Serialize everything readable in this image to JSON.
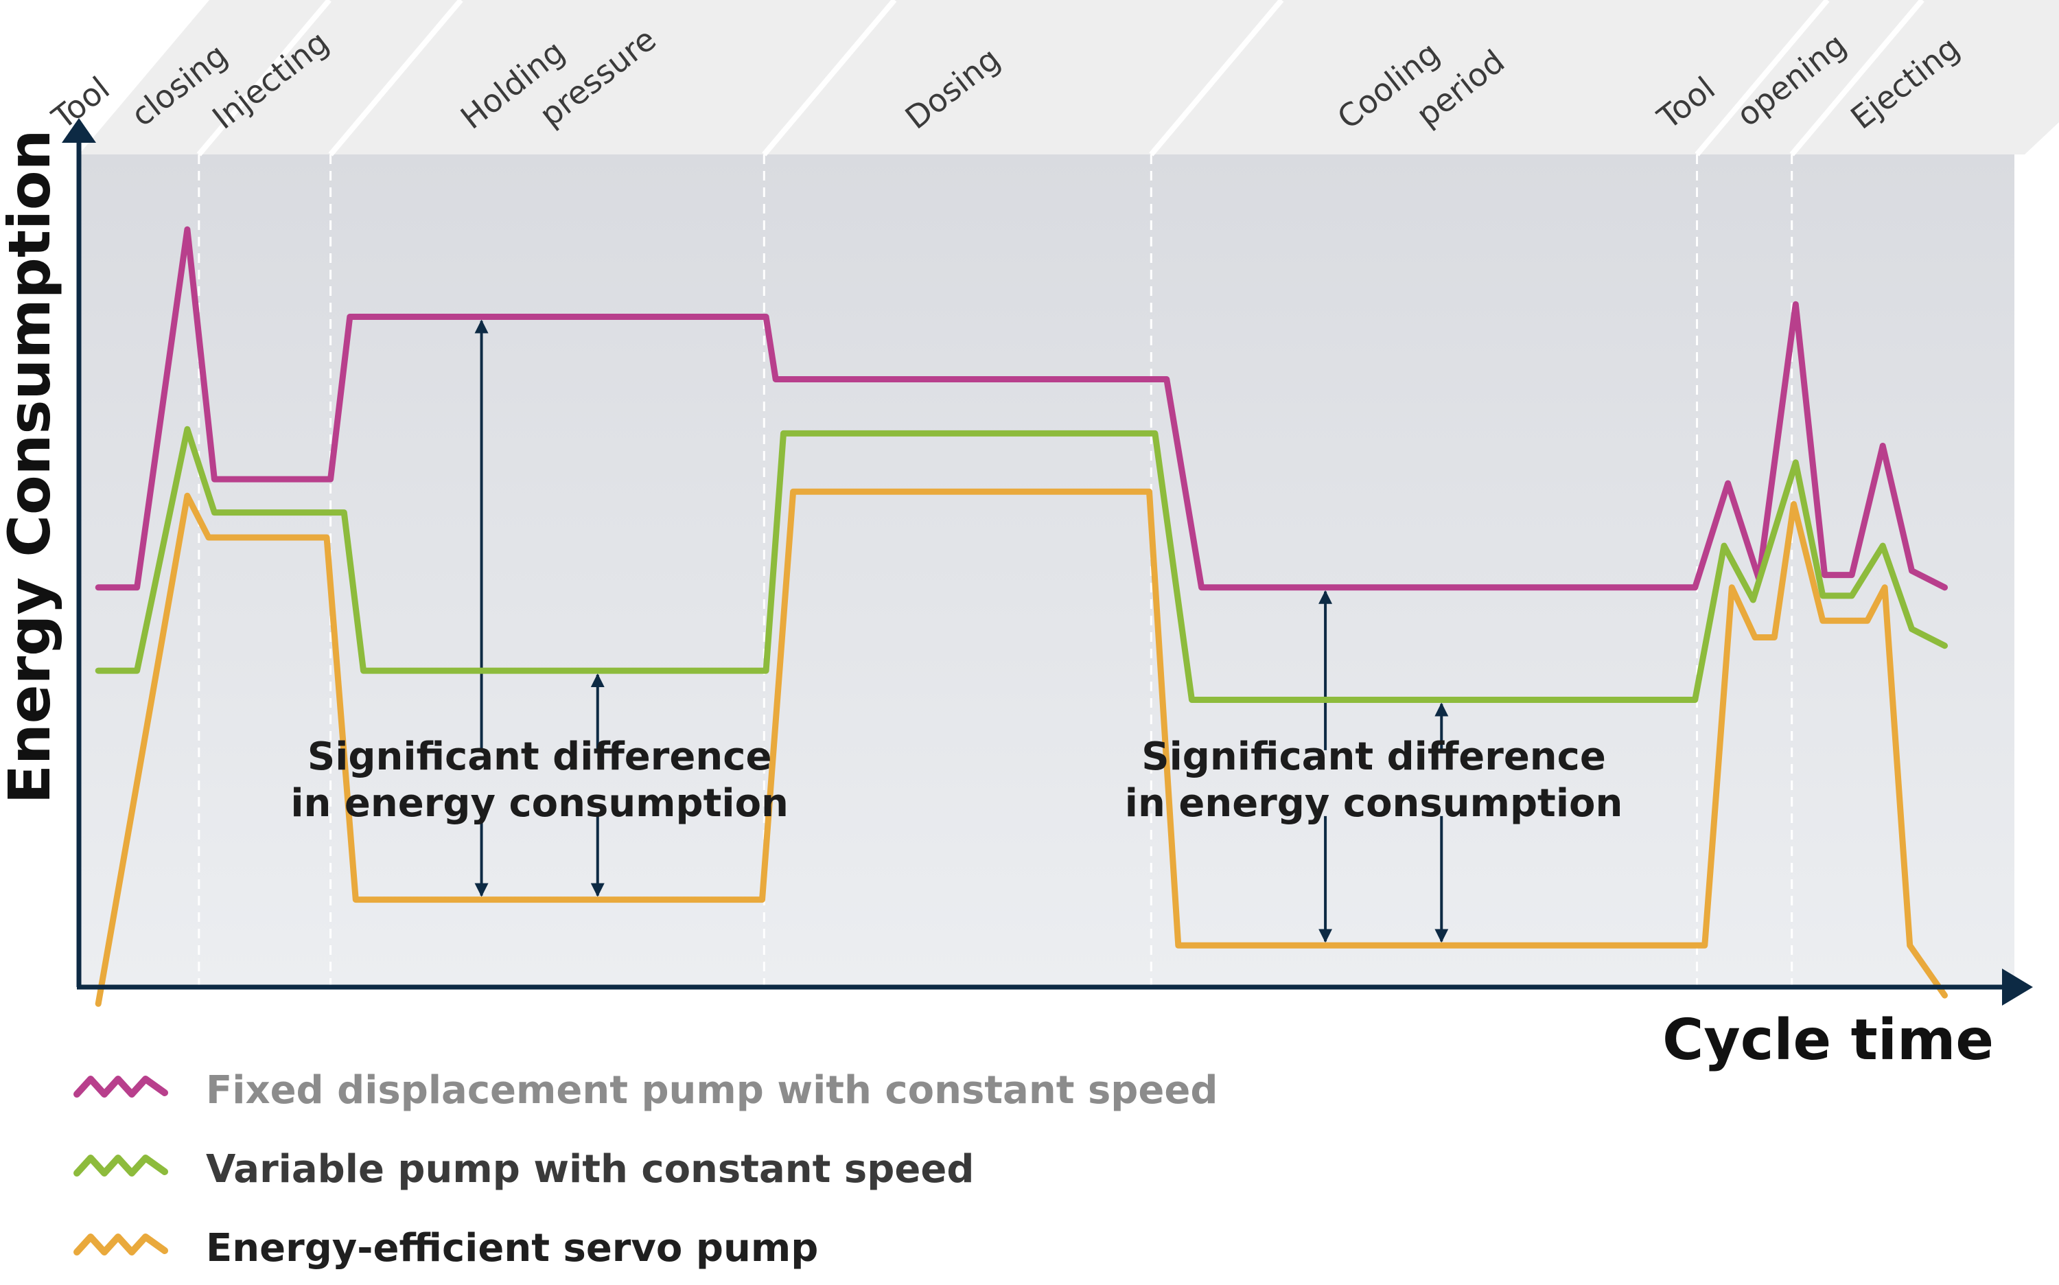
{
  "chart_data": {
    "type": "line",
    "title": "",
    "xlabel": "Cycle time",
    "ylabel": "Energy Consumption",
    "xlim": [
      0,
      100
    ],
    "ylim": [
      0,
      100
    ],
    "grid": false,
    "legend_position": "bottom-left",
    "phases": [
      {
        "label": "Tool closing",
        "lines": [
          "Tool",
          "closing"
        ],
        "start": 0,
        "end": 6.2
      },
      {
        "label": "Injecting",
        "lines": [
          "Injecting"
        ],
        "start": 6.2,
        "end": 13.0
      },
      {
        "label": "Holding pressure",
        "lines": [
          "Holding",
          "pressure"
        ],
        "start": 13.0,
        "end": 35.4
      },
      {
        "label": "Dosing",
        "lines": [
          "Dosing"
        ],
        "start": 35.4,
        "end": 55.4
      },
      {
        "label": "Cooling period",
        "lines": [
          "Cooling",
          "period"
        ],
        "start": 55.4,
        "end": 83.6
      },
      {
        "label": "Tool opening",
        "lines": [
          "Tool",
          "opening"
        ],
        "start": 83.6,
        "end": 88.5
      },
      {
        "label": "Ejecting",
        "lines": [
          "Ejecting"
        ],
        "start": 88.5,
        "end": 100
      }
    ],
    "series": [
      {
        "name": "Fixed displacement pump with constant speed",
        "color": "#b83f8c",
        "legend_text_color": "#8c8c8c",
        "points": [
          [
            1,
            48
          ],
          [
            3,
            48
          ],
          [
            5.6,
            91
          ],
          [
            7,
            61
          ],
          [
            13,
            61
          ],
          [
            14,
            80.5
          ],
          [
            35.5,
            80.5
          ],
          [
            36,
            73
          ],
          [
            56.2,
            73
          ],
          [
            58,
            48
          ],
          [
            83.5,
            48
          ],
          [
            85.2,
            60.5
          ],
          [
            86.8,
            49
          ],
          [
            88.7,
            82
          ],
          [
            90.2,
            49.5
          ],
          [
            91.6,
            49.5
          ],
          [
            93.2,
            65
          ],
          [
            94.7,
            50
          ],
          [
            96.4,
            48
          ]
        ]
      },
      {
        "name": "Variable pump with constant speed",
        "color": "#8dbb3c",
        "legend_text_color": "#3a3a3a",
        "points": [
          [
            1,
            38
          ],
          [
            3,
            38
          ],
          [
            5.6,
            67
          ],
          [
            7,
            57
          ],
          [
            13.7,
            57
          ],
          [
            14.7,
            38
          ],
          [
            35.5,
            38
          ],
          [
            36.4,
            66.5
          ],
          [
            55.6,
            66.5
          ],
          [
            57.5,
            34.5
          ],
          [
            83.5,
            34.5
          ],
          [
            85,
            53
          ],
          [
            86.5,
            46.5
          ],
          [
            88.7,
            63
          ],
          [
            90.1,
            47
          ],
          [
            91.6,
            47
          ],
          [
            93.2,
            53
          ],
          [
            94.7,
            43
          ],
          [
            96.4,
            41
          ]
        ]
      },
      {
        "name": "Energy-efficient servo pump",
        "color": "#e9a93c",
        "legend_text_color": "#1f1f1f",
        "points": [
          [
            1,
            -2
          ],
          [
            5.6,
            59
          ],
          [
            6.7,
            54
          ],
          [
            12.8,
            54
          ],
          [
            14.3,
            10.5
          ],
          [
            35.3,
            10.5
          ],
          [
            36.9,
            59.5
          ],
          [
            55.3,
            59.5
          ],
          [
            56.8,
            5
          ],
          [
            84,
            5
          ],
          [
            85.4,
            48
          ],
          [
            86.6,
            42
          ],
          [
            87.6,
            42
          ],
          [
            88.6,
            58
          ],
          [
            90.1,
            44
          ],
          [
            92.4,
            44
          ],
          [
            93.3,
            48
          ],
          [
            94.6,
            5
          ],
          [
            96.4,
            -1
          ]
        ]
      }
    ],
    "annotations": [
      {
        "lines": [
          "Significant difference",
          "in energy consumption"
        ],
        "x": 23.8,
        "y": 24.5
      },
      {
        "lines": [
          "Significant difference",
          "in energy consumption"
        ],
        "x": 66.9,
        "y": 24.5
      }
    ],
    "difference_arrows": [
      {
        "x": 20.8,
        "from": 24.5,
        "to": 80.5
      },
      {
        "x": 20.8,
        "from": 24.5,
        "to": 10.5
      },
      {
        "x": 26.8,
        "from": 24.5,
        "to": 38
      },
      {
        "x": 26.8,
        "from": 24.5,
        "to": 10.5
      },
      {
        "x": 64.4,
        "from": 24.5,
        "to": 48
      },
      {
        "x": 64.4,
        "from": 24.5,
        "to": 5
      },
      {
        "x": 70.4,
        "from": 24.5,
        "to": 34.5
      },
      {
        "x": 70.4,
        "from": 24.5,
        "to": 5
      }
    ],
    "colors": {
      "plot_background": "#e4e6ea",
      "header_band": "#eeeeee",
      "axis": "#0d2a44",
      "divider": "#ffffff"
    }
  }
}
